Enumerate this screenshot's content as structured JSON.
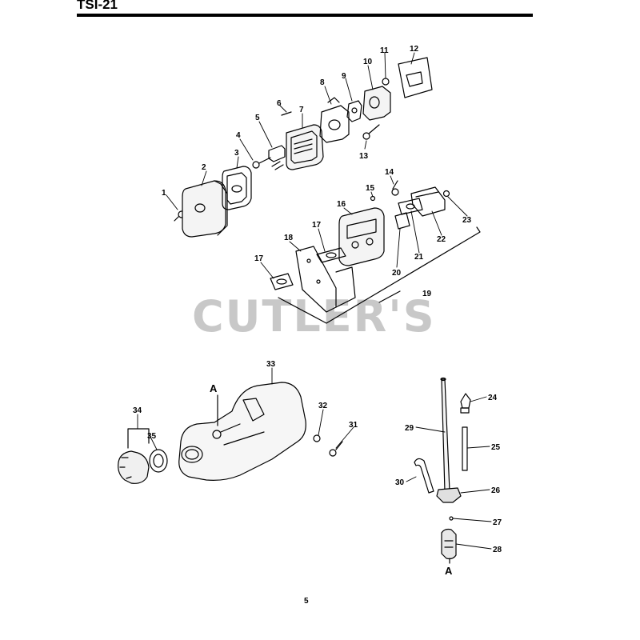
{
  "header": {
    "model": "TSI-21"
  },
  "watermark": "CUTLER'S",
  "footer": {
    "page_number": "5"
  },
  "callouts": [
    "1",
    "2",
    "3",
    "4",
    "5",
    "6",
    "7",
    "8",
    "9",
    "10",
    "11",
    "12",
    "13",
    "14",
    "15",
    "16",
    "17",
    "17",
    "18",
    "19",
    "20",
    "21",
    "22",
    "23",
    "24",
    "25",
    "26",
    "27",
    "28",
    "29",
    "30",
    "31",
    "32",
    "33",
    "34",
    "35"
  ],
  "connection_labels": [
    "A",
    "A"
  ]
}
